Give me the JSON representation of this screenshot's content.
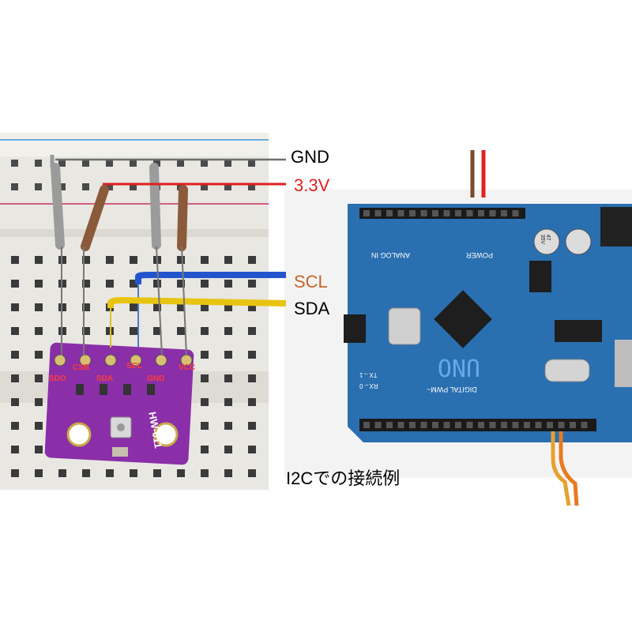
{
  "wire_labels": {
    "gnd": "GND",
    "v33": "3.3V",
    "scl": "SCL",
    "sda": "SDA"
  },
  "sensor": {
    "model": "HW-611",
    "pins": [
      "SDO",
      "CSB",
      "SDA",
      "SCL",
      "GND",
      "VCC"
    ]
  },
  "arduino": {
    "logo": "UNO",
    "header_text": [
      "ANALOG IN",
      "POWER",
      "DIGITAL PWM~",
      "TX→1",
      "RX←0"
    ],
    "cap_text": "47\n35V"
  },
  "caption": "I2Cでの接続例",
  "colors": {
    "gnd_wire": "#7a7a7a",
    "v33_wire": "#e02020",
    "scl_wire": "#2255cc",
    "sda_wire": "#e8c412",
    "scl_label": "#c8642a",
    "sensor_board": "#8a2fa8",
    "arduino_board": "#2a6fb0"
  }
}
